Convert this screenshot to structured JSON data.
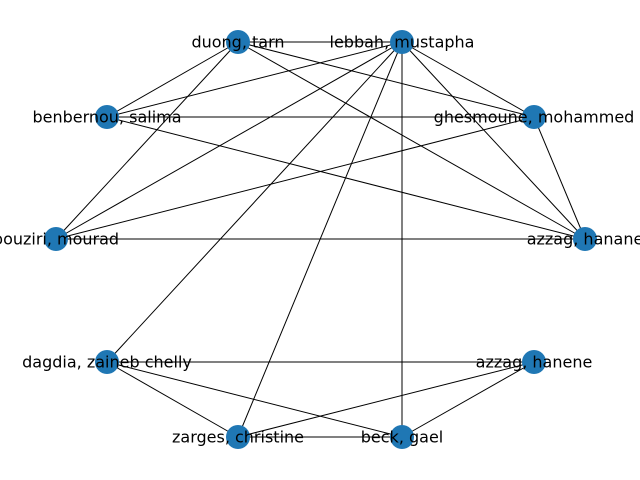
{
  "graph": {
    "node_color": "#1f77b4",
    "edge_color": "#000000",
    "nodes": [
      {
        "id": "n0",
        "label": "duong, tarn"
      },
      {
        "id": "n1",
        "label": "lebbah, mustapha"
      },
      {
        "id": "n2",
        "label": "benbernou, salima"
      },
      {
        "id": "n3",
        "label": "ghesmoune, mohammed"
      },
      {
        "id": "n4",
        "label": "bouziri, mourad"
      },
      {
        "id": "n5",
        "label": "azzag, hanane"
      },
      {
        "id": "n6",
        "label": "dagdia, zaineb chelly"
      },
      {
        "id": "n7",
        "label": "azzag, hanene"
      },
      {
        "id": "n8",
        "label": "zarges, christine"
      },
      {
        "id": "n9",
        "label": "beck, gael"
      }
    ],
    "edges": [
      [
        "n0",
        "n1"
      ],
      [
        "n0",
        "n2"
      ],
      [
        "n0",
        "n3"
      ],
      [
        "n0",
        "n4"
      ],
      [
        "n0",
        "n5"
      ],
      [
        "n1",
        "n2"
      ],
      [
        "n1",
        "n3"
      ],
      [
        "n1",
        "n4"
      ],
      [
        "n1",
        "n5"
      ],
      [
        "n1",
        "n6"
      ],
      [
        "n1",
        "n8"
      ],
      [
        "n1",
        "n9"
      ],
      [
        "n2",
        "n3"
      ],
      [
        "n2",
        "n5"
      ],
      [
        "n3",
        "n4"
      ],
      [
        "n3",
        "n5"
      ],
      [
        "n4",
        "n5"
      ],
      [
        "n6",
        "n7"
      ],
      [
        "n6",
        "n8"
      ],
      [
        "n6",
        "n9"
      ],
      [
        "n7",
        "n8"
      ],
      [
        "n7",
        "n9"
      ],
      [
        "n8",
        "n9"
      ]
    ]
  }
}
